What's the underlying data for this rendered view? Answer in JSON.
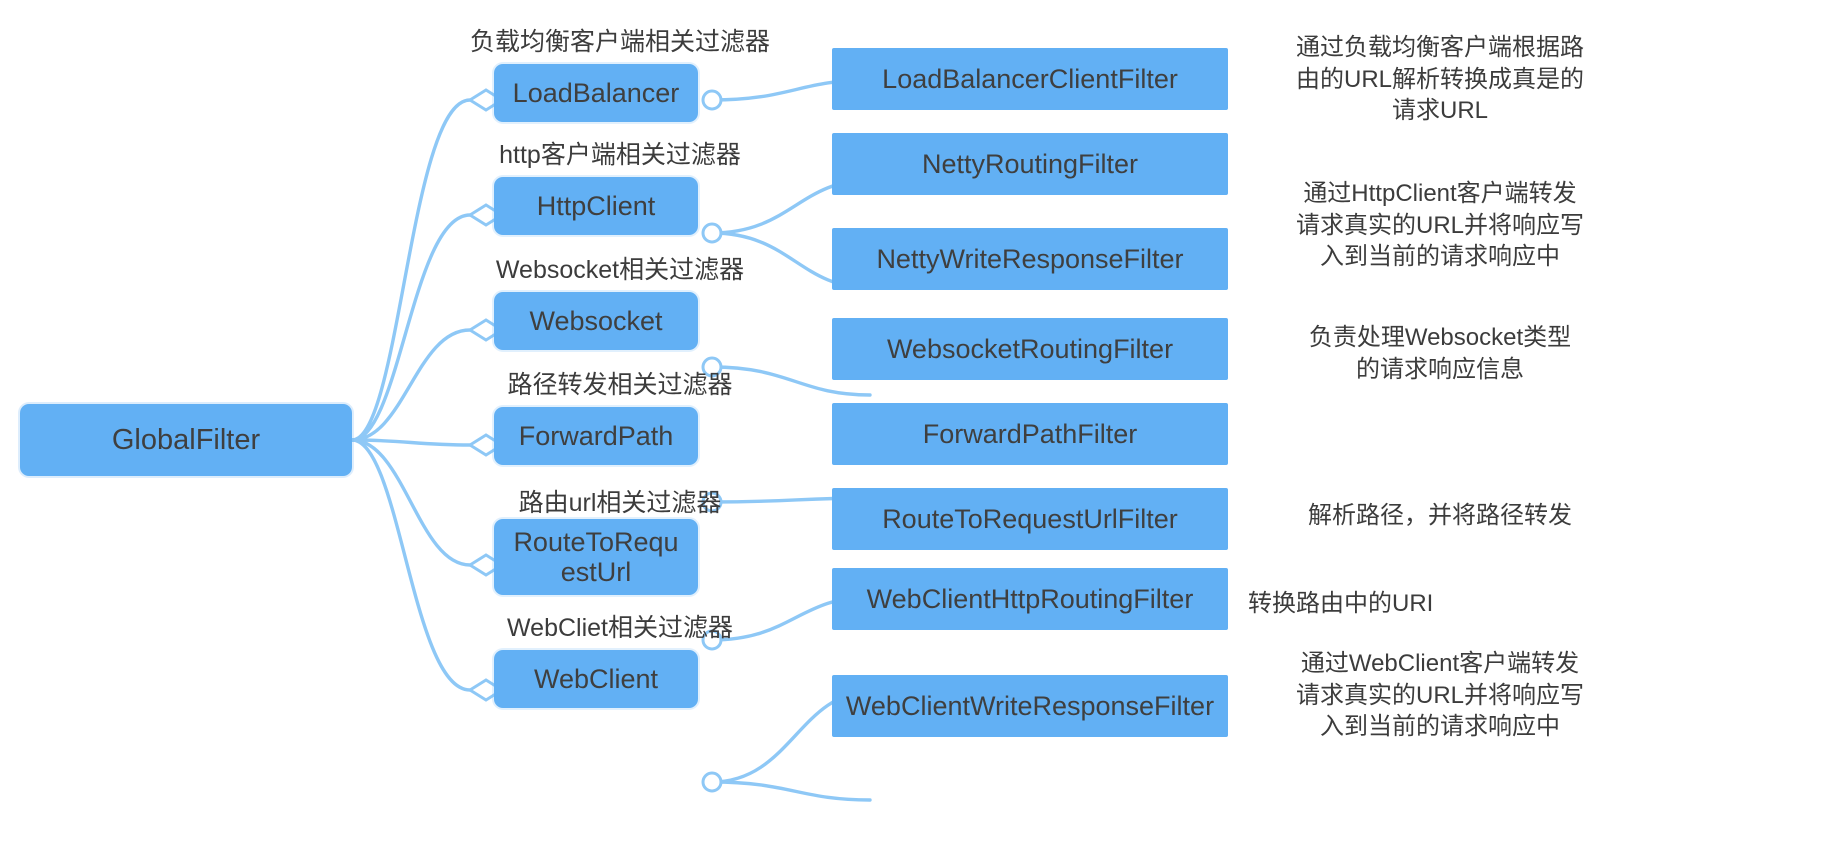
{
  "diagram": {
    "type": "mindmap",
    "title": "GlobalFilter",
    "colors": {
      "node_fill": "#62b0f4",
      "link_stroke": "#8ec8f6",
      "text": "#3c3c3c",
      "background": "#ffffff"
    },
    "root": {
      "label": "GlobalFilter"
    },
    "branches": [
      {
        "category": "负载均衡客户端相关过滤器",
        "node": "LoadBalancer",
        "filters": [
          "LoadBalancerClientFilter"
        ],
        "description": "通过负载均衡客户端根据路\n由的URL解析转换成真是的\n请求URL"
      },
      {
        "category": "http客户端相关过滤器",
        "node": "HttpClient",
        "filters": [
          "NettyRoutingFilter",
          "NettyWriteResponseFilter"
        ],
        "description": "通过HttpClient客户端转发\n请求真实的URL并将响应写\n入到当前的请求响应中"
      },
      {
        "category": "Websocket相关过滤器",
        "node": "Websocket",
        "filters": [
          "WebsocketRoutingFilter"
        ],
        "description": "负责处理Websocket类型\n的请求响应信息"
      },
      {
        "category": "路径转发相关过滤器",
        "node": "ForwardPath",
        "filters": [
          "ForwardPathFilter"
        ],
        "description": "解析路径，并将路径转发"
      },
      {
        "category": "路由url相关过滤器",
        "node": "RouteToRequ\nestUrl",
        "filters": [
          "RouteToRequestUrlFilter"
        ],
        "description": "转换路由中的URI"
      },
      {
        "category": "WebCliet相关过滤器",
        "node": "WebClient",
        "filters": [
          "WebClientHttpRoutingFilter",
          "WebClientWriteResponseFilter"
        ],
        "description": "通过WebClient客户端转发\n请求真实的URL并将响应写\n入到当前的请求响应中"
      }
    ]
  }
}
